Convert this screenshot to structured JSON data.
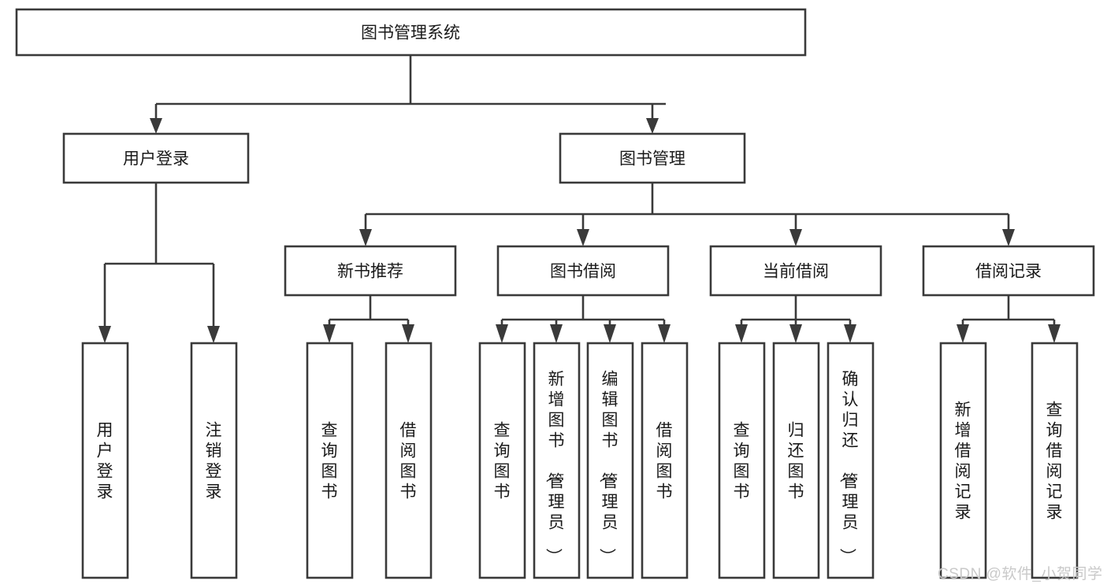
{
  "diagram": {
    "type": "tree",
    "title": "图书管理系统",
    "watermark": "CSDN @软件_小贺同学",
    "colors": {
      "box_stroke": "#3a3a3a",
      "box_fill": "#ffffff",
      "text": "#1a1a1a",
      "connector": "#3a3a3a",
      "watermark": "#c9c9c9",
      "background": "#ffffff"
    },
    "levels": {
      "root": "图书管理系统",
      "level1": [
        "用户登录",
        "图书管理"
      ],
      "level2": [
        "新书推荐",
        "图书借阅",
        "当前借阅",
        "借阅记录"
      ],
      "level3": [
        "用户登录",
        "注销登录",
        "查询图书",
        "借阅图书",
        "查询图书",
        "新增图书（管理员）",
        "编辑图书（管理员）",
        "借阅图书",
        "查询图书",
        "归还图书",
        "确认归还（管理员）",
        "新增借阅记录",
        "查询借阅记录"
      ]
    },
    "nodes": {
      "root": {
        "label": "图书管理系统"
      },
      "user_login": {
        "label": "用户登录"
      },
      "book_manage": {
        "label": "图书管理"
      },
      "new_book_rec": {
        "label": "新书推荐"
      },
      "book_borrow": {
        "label": "图书借阅"
      },
      "current_borrow": {
        "label": "当前借阅"
      },
      "borrow_record": {
        "label": "借阅记录"
      },
      "leaf_01": {
        "label": "用户登录"
      },
      "leaf_02": {
        "label": "注销登录"
      },
      "leaf_03": {
        "label": "查询图书"
      },
      "leaf_04": {
        "label": "借阅图书"
      },
      "leaf_05": {
        "label": "查询图书"
      },
      "leaf_06": {
        "label": "新增图书（管理员）"
      },
      "leaf_07": {
        "label": "编辑图书（管理员）"
      },
      "leaf_08": {
        "label": "借阅图书"
      },
      "leaf_09": {
        "label": "查询图书"
      },
      "leaf_10": {
        "label": "归还图书"
      },
      "leaf_11": {
        "label": "确认归还（管理员）"
      },
      "leaf_12": {
        "label": "新增借阅记录"
      },
      "leaf_13": {
        "label": "查询借阅记录"
      }
    }
  }
}
